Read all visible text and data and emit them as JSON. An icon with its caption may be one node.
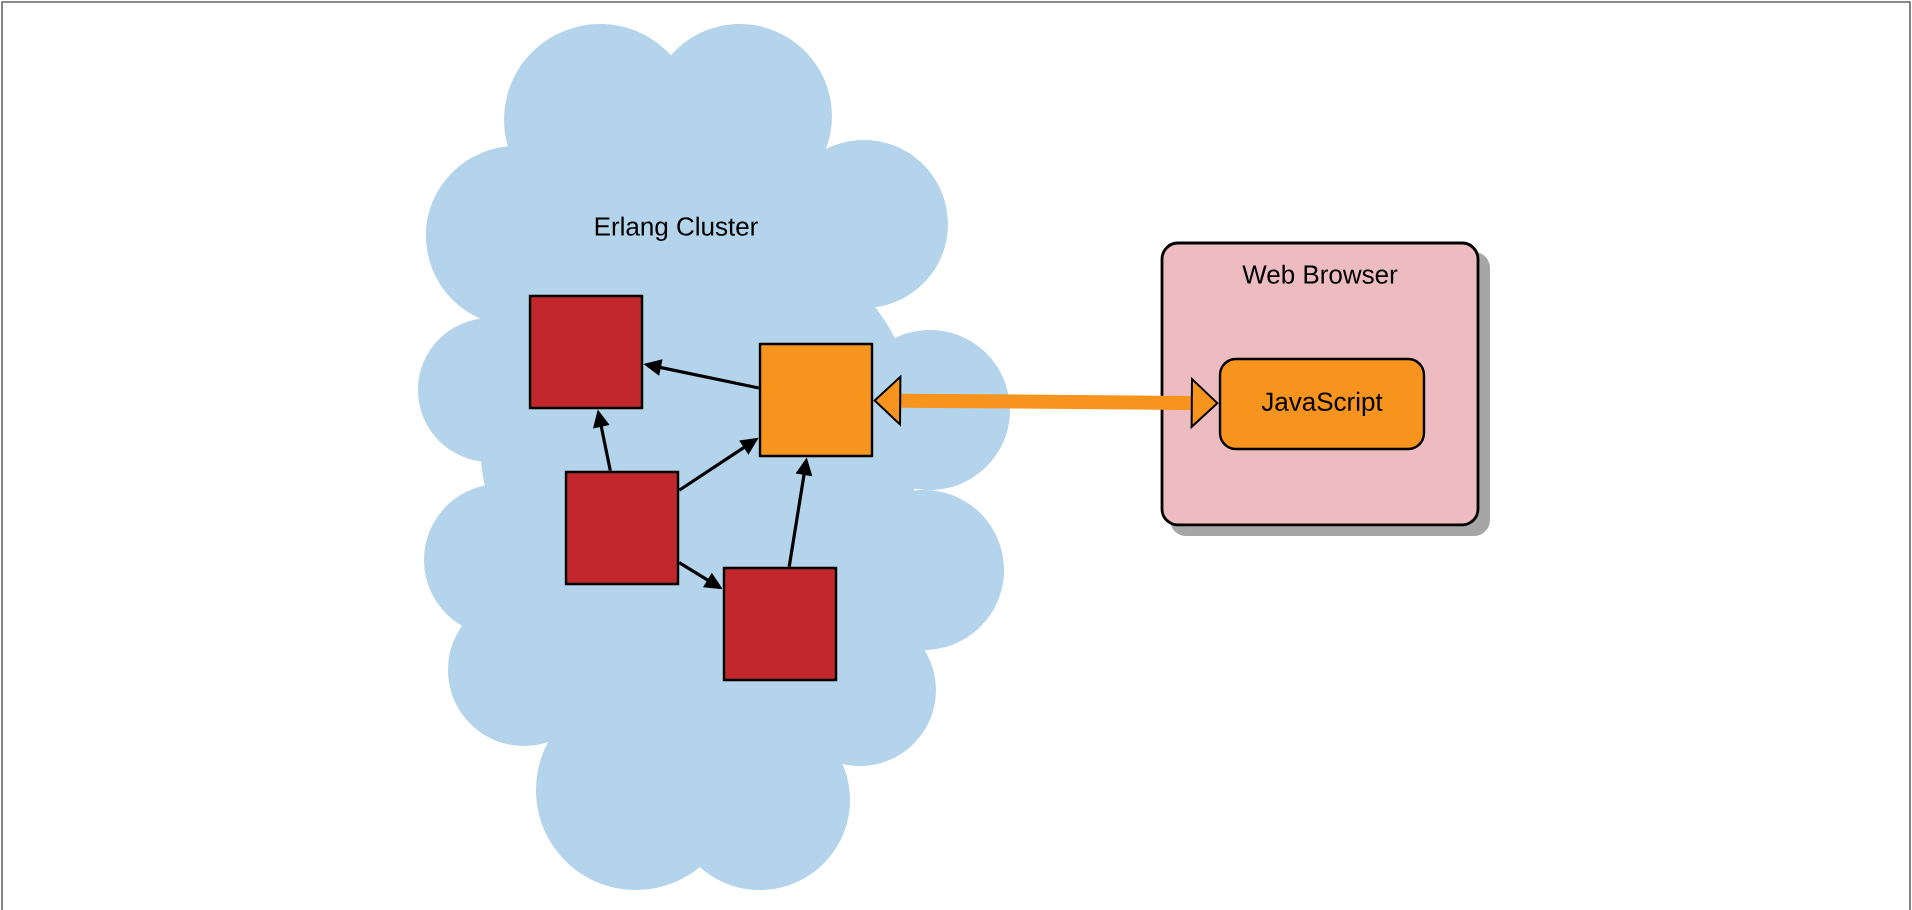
{
  "diagram": {
    "nodes": [
      {
        "text": [
          "Erlang Cluster"
        ]
      },
      {
        "text": [],
        "shape": "box",
        "in": 0
      },
      {
        "text": [],
        "shape": "box",
        "in": 0
      },
      {
        "text": [],
        "shape": "box",
        "in": 0
      },
      {
        "text": [],
        "shape": "box",
        "in": 0
      },
      {
        "text": [
          "Web Browser"
        ]
      },
      {
        "text": [
          "JavaScript"
        ],
        "in": 5
      }
    ],
    "edges": [
      {
        "from": 2,
        "to": 1,
        "arrow": "to"
      },
      {
        "from": 3,
        "to": 1,
        "arrow": "to"
      },
      {
        "from": 3,
        "to": 2,
        "arrow": "to"
      },
      {
        "from": 3,
        "to": 4,
        "arrow": "to"
      },
      {
        "from": 4,
        "to": 2,
        "arrow": "to"
      },
      {
        "from": 2,
        "to": 6,
        "arrow": "both",
        "style": "thick",
        "color": "#f7941d"
      }
    ]
  }
}
